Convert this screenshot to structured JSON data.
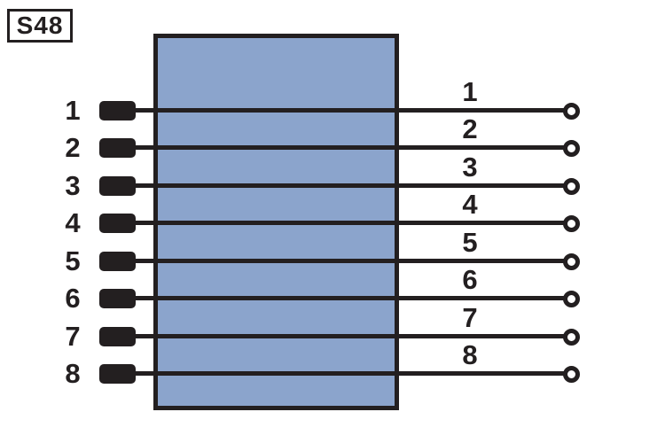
{
  "diagram": {
    "title_label": "S48",
    "type": "connector-pinout",
    "colors": {
      "block_fill": "#8BA4CC",
      "line": "#231F20",
      "background": "#FFFFFF"
    },
    "pins": [
      {
        "number": "1"
      },
      {
        "number": "2"
      },
      {
        "number": "3"
      },
      {
        "number": "4"
      },
      {
        "number": "5"
      },
      {
        "number": "6"
      },
      {
        "number": "7"
      },
      {
        "number": "8"
      }
    ]
  }
}
